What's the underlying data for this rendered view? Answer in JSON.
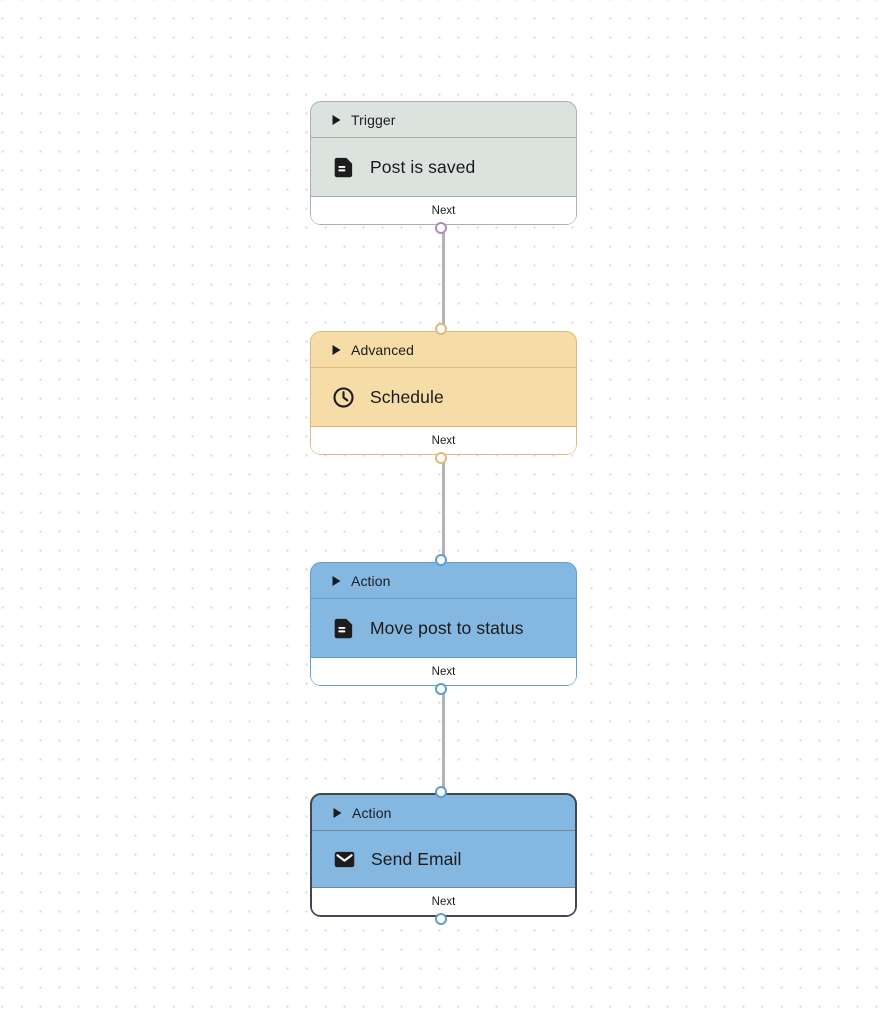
{
  "canvas": {
    "background_color": "#ffffff",
    "dot_color": "#d8d8d8"
  },
  "edge_color": "#b4b4b4",
  "nodes": [
    {
      "category": "Trigger",
      "title": "Post is saved",
      "icon": "document-icon",
      "port_label": "Next",
      "has_input": false,
      "selected": false,
      "colors": {
        "fill": "#dce3de",
        "border": "#a7b2a9",
        "divider": "#a7b2a9",
        "port": "#b487bd"
      }
    },
    {
      "category": "Advanced",
      "title": "Schedule",
      "icon": "clock-icon",
      "port_label": "Next",
      "has_input": true,
      "selected": false,
      "colors": {
        "fill": "#f6dca6",
        "border": "#dfba7b",
        "divider": "#dfba7b",
        "port": "#dfba7b"
      }
    },
    {
      "category": "Action",
      "title": "Move post to status",
      "icon": "document-icon",
      "port_label": "Next",
      "has_input": true,
      "selected": false,
      "colors": {
        "fill": "#85b8e1",
        "border": "#5f9cd2",
        "divider": "#5f9cd2",
        "port": "#5f9cd2"
      }
    },
    {
      "category": "Action",
      "title": "Send Email",
      "icon": "envelope-icon",
      "port_label": "Next",
      "has_input": true,
      "selected": true,
      "colors": {
        "fill": "#85b8e1",
        "border": "#3d4854",
        "divider": "#72889b",
        "port": "#5f9cd2"
      }
    }
  ]
}
